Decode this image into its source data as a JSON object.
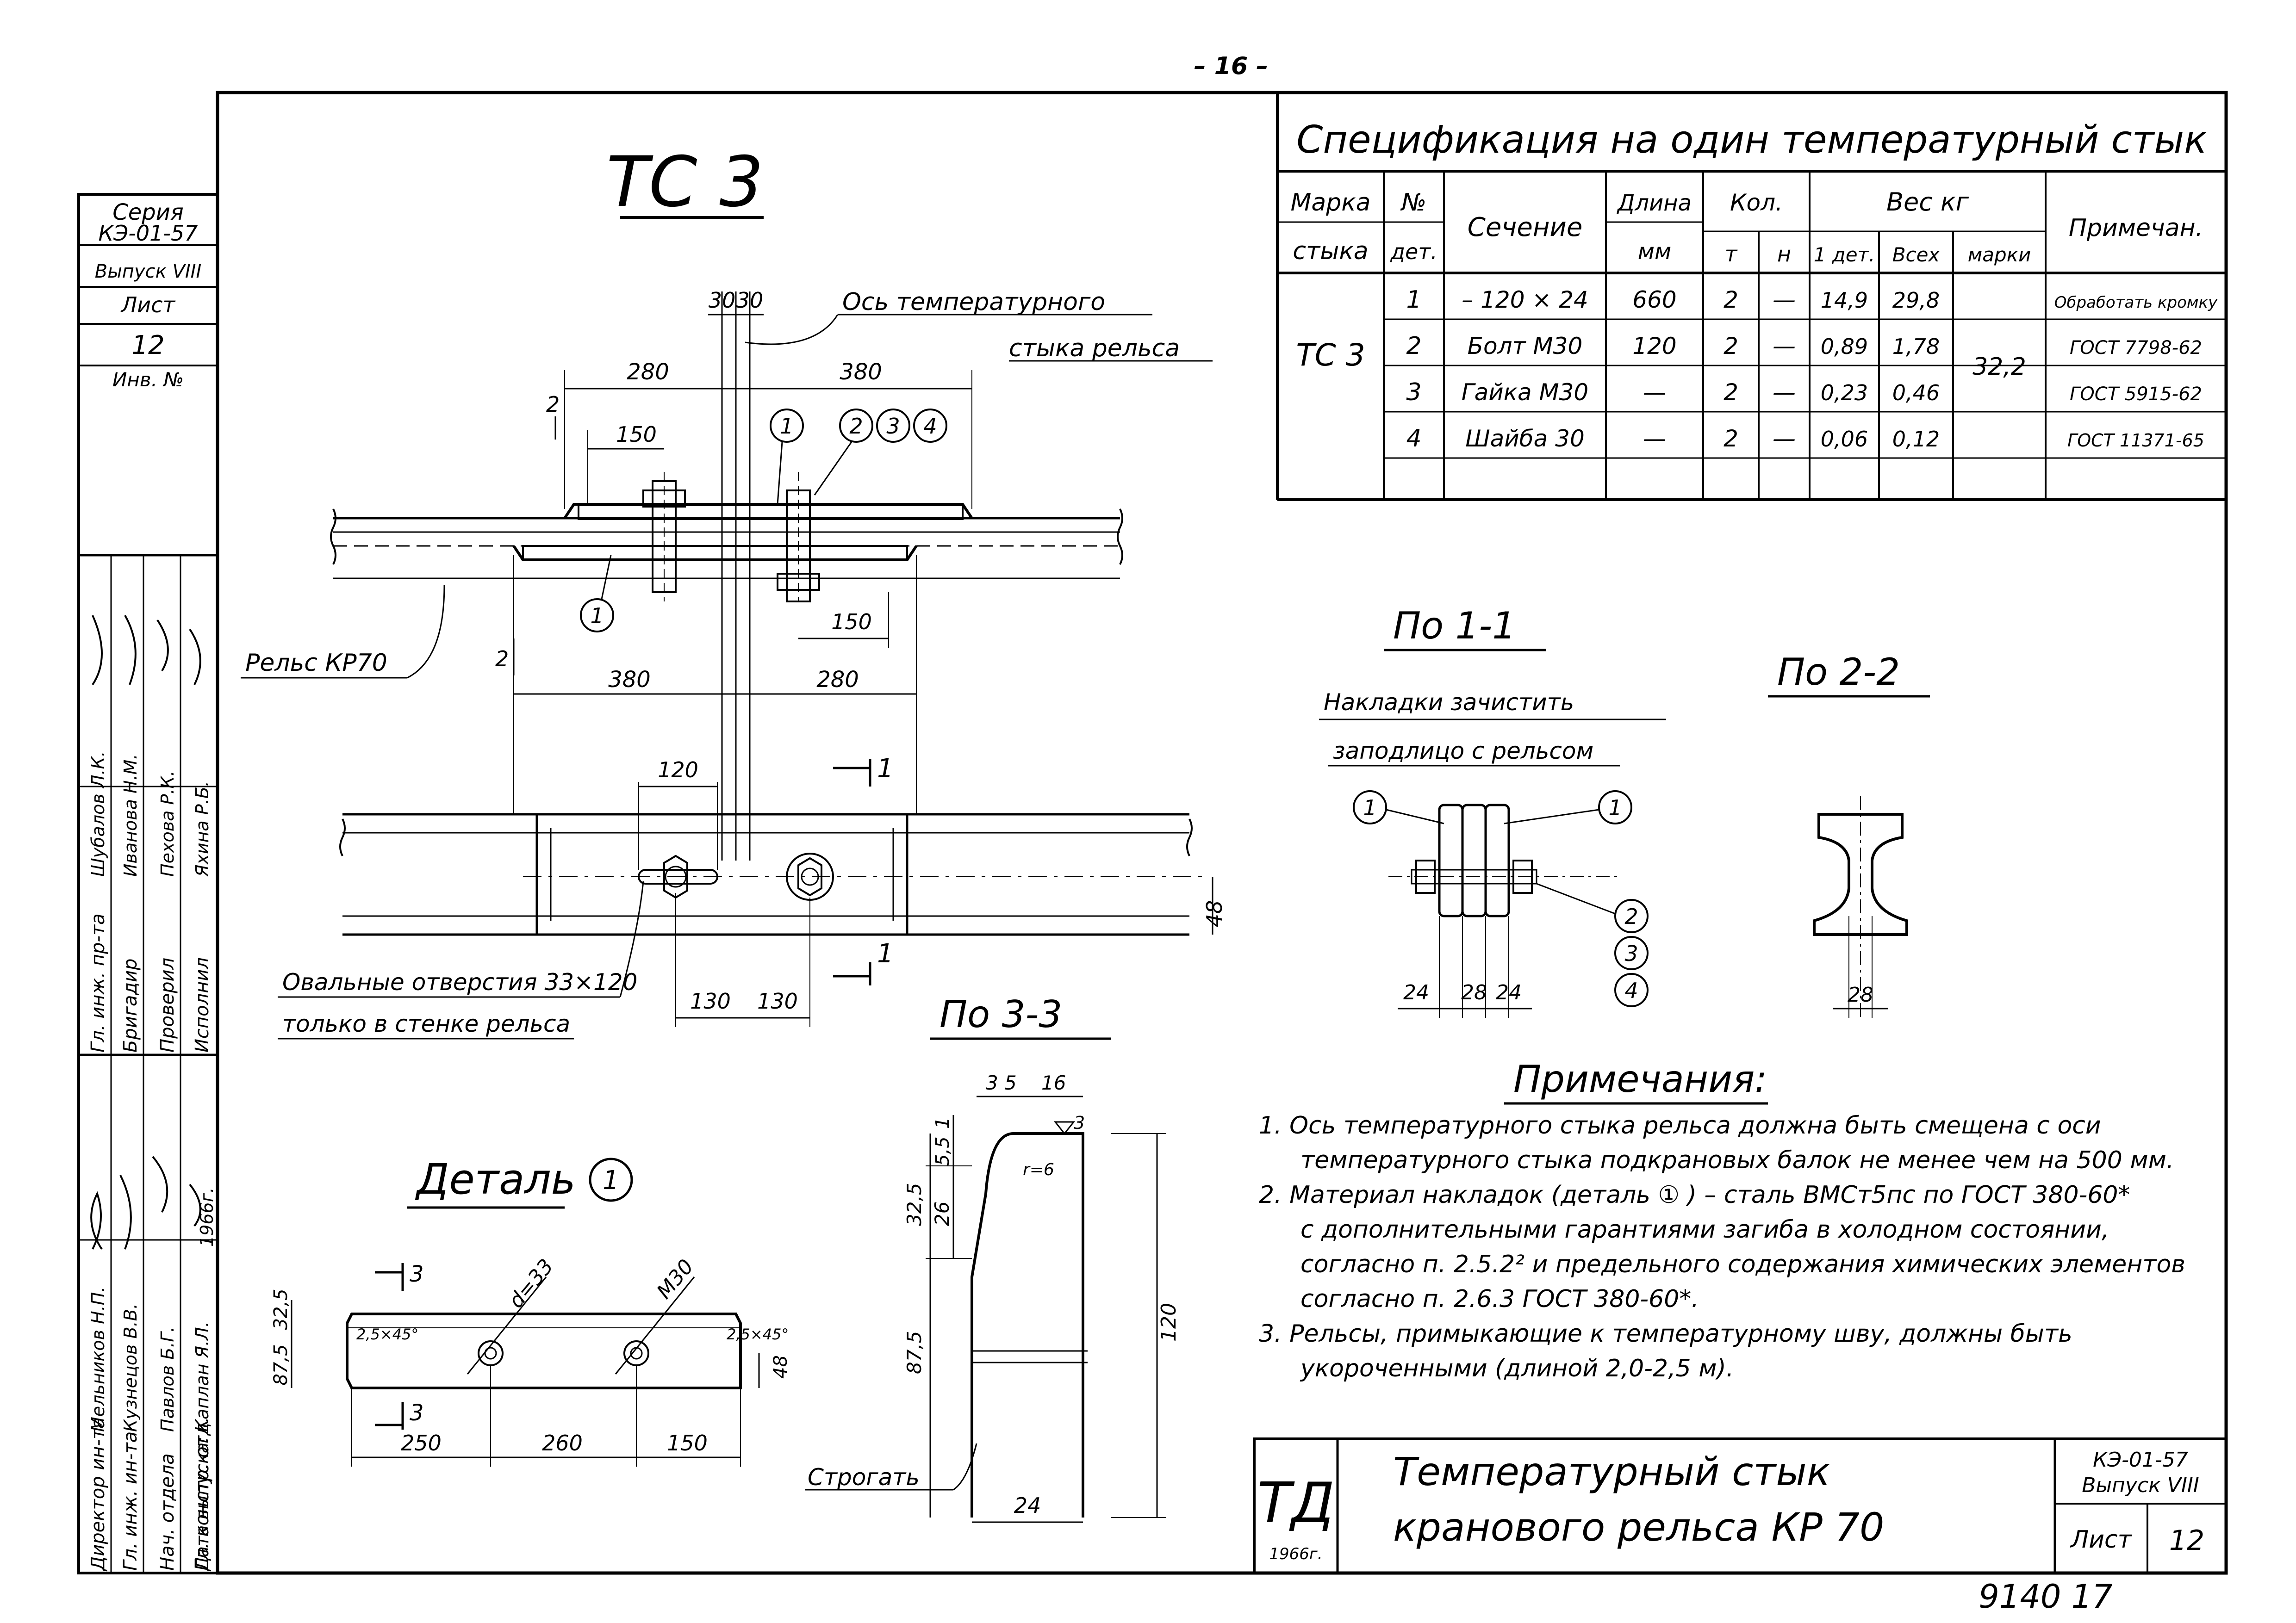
{
  "page_number": "– 16 –",
  "side_stamp": {
    "series_label": "Серия",
    "series": "КЭ-01-57",
    "issue": "Выпуск VIII",
    "sheet_label": "Лист",
    "sheet": "12",
    "inv_label": "Инв. №"
  },
  "signatures": {
    "roles": [
      "Директор ин-та",
      "Гл. инж. ин-та",
      "Нач. отдела",
      "Гл. констр. отд.",
      "Дата выпуска:",
      "Гл. инж. пр-та",
      "Бригадир",
      "Проверил",
      "Исполнил"
    ],
    "names": [
      "Мельников Н.П.",
      "Кузнецов В.В.",
      "Павлов Б.Г.",
      "Каплан Я.Л.",
      "Шубалов Л.К.",
      "Иванова Н.М.",
      "Пехова Р.К.",
      "Яхина Р.Б."
    ],
    "date": "1966г."
  },
  "titles": {
    "main_view": "ТС 3",
    "section_1": "По 1-1",
    "section_2": "По 2-2",
    "section_3": "По 3-3",
    "detail": "Деталь",
    "detail_num": "1"
  },
  "plan_labels": {
    "axis_label_1": "Ось температурного",
    "axis_label_2": "стыка рельса",
    "rail": "Рельс КР70",
    "oval_holes_1": "Овальные отверстия 33×120",
    "oval_holes_2": "только в стенке рельса",
    "clean_1": "Накладки зачистить",
    "clean_2": "заподлицо с рельсом",
    "plane": "Строгать"
  },
  "dims_top": [
    "30",
    "30",
    "280",
    "380",
    "150",
    "2",
    "150",
    "2",
    "380",
    "280"
  ],
  "dims_elev": [
    "120",
    "48",
    "130",
    "130"
  ],
  "section_marks": [
    "1",
    "1"
  ],
  "callouts": [
    "1",
    "2",
    "3",
    "4",
    "1",
    "1"
  ],
  "sec11_dims": [
    "24",
    "28",
    "24"
  ],
  "sec11_callouts": [
    "1",
    "1",
    "2",
    "3",
    "4"
  ],
  "sec22_dims": [
    "28"
  ],
  "sec33_dims": [
    "3",
    "5",
    "16",
    "1",
    "5,5",
    "26",
    "32,5",
    "87,5",
    "120",
    "24",
    "r=6",
    "3"
  ],
  "detail_dims": [
    "32,5",
    "87,5",
    "2,5×45°",
    "2,5×45°",
    "d=33",
    "М30",
    "48",
    "250",
    "260",
    "150",
    "3",
    "3"
  ],
  "spec": {
    "title": "Спецификация на один температурный стык",
    "headers": {
      "mark": [
        "Марка",
        "стыка"
      ],
      "num": [
        "№",
        "дет."
      ],
      "section": "Сечение",
      "length": [
        "Длина",
        "мм"
      ],
      "qty": "Кол.",
      "qty_t": "т",
      "qty_n": "н",
      "weight": "Вес   кг",
      "w_one": "1 дет.",
      "w_all": "Всех",
      "w_mark": "марки",
      "note": "Примечан."
    },
    "mark": "ТС 3",
    "mark_weight": "32,2",
    "rows": [
      {
        "num": "1",
        "section": "– 120 × 24",
        "length": "660",
        "t": "2",
        "n": "—",
        "one": "14,9",
        "all": "29,8",
        "note": "Обработать кромку"
      },
      {
        "num": "2",
        "section": "Болт М30",
        "length": "120",
        "t": "2",
        "n": "—",
        "one": "0,89",
        "all": "1,78",
        "note": "ГОСТ 7798-62"
      },
      {
        "num": "3",
        "section": "Гайка М30",
        "length": "—",
        "t": "2",
        "n": "—",
        "one": "0,23",
        "all": "0,46",
        "note": "ГОСТ 5915-62"
      },
      {
        "num": "4",
        "section": "Шайба 30",
        "length": "—",
        "t": "2",
        "n": "—",
        "one": "0,06",
        "all": "0,12",
        "note": "ГОСТ 11371-65"
      }
    ]
  },
  "notes": {
    "title": "Примечания:",
    "lines": [
      "1.  Ось температурного стыка рельса должна быть смещена с оси",
      "температурного стыка подкрановых балок не менее чем на 500 мм.",
      "2.  Материал накладок (деталь ① ) – сталь ВМСт5пс по ГОСТ 380-60*",
      "с дополнительными гарантиями загиба в холодном состоянии,",
      "согласно п. 2.5.2² и предельного содержания химических элементов",
      "согласно  п. 2.6.3    ГОСТ 380-60*.",
      "3.  Рельсы, примыкающие к температурному шву, должны быть",
      "укороченными (длиной 2,0-2,5 м)."
    ]
  },
  "title_block": {
    "logo": "ТД",
    "logo_year": "1966г.",
    "title_1": "Температурный    стык",
    "title_2": "кранового   рельса   КР 70",
    "series": "КЭ-01-57",
    "issue": "Выпуск VIII",
    "sheet_label": "Лист",
    "sheet": "12"
  },
  "bottom_code": "9140    17"
}
